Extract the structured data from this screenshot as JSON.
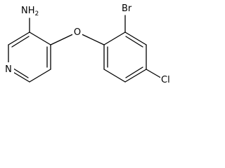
{
  "molecule": {
    "atoms": {
      "amine": {
        "text": "NH",
        "subscript": "2"
      },
      "ether_oxygen": {
        "text": "O"
      },
      "ring_nitrogen": {
        "text": "N"
      },
      "bromine": {
        "text": "Br"
      },
      "chlorine": {
        "text": "Cl"
      }
    },
    "colors": {
      "bond": "#000000",
      "label": "#000000",
      "background": "#ffffff"
    }
  }
}
